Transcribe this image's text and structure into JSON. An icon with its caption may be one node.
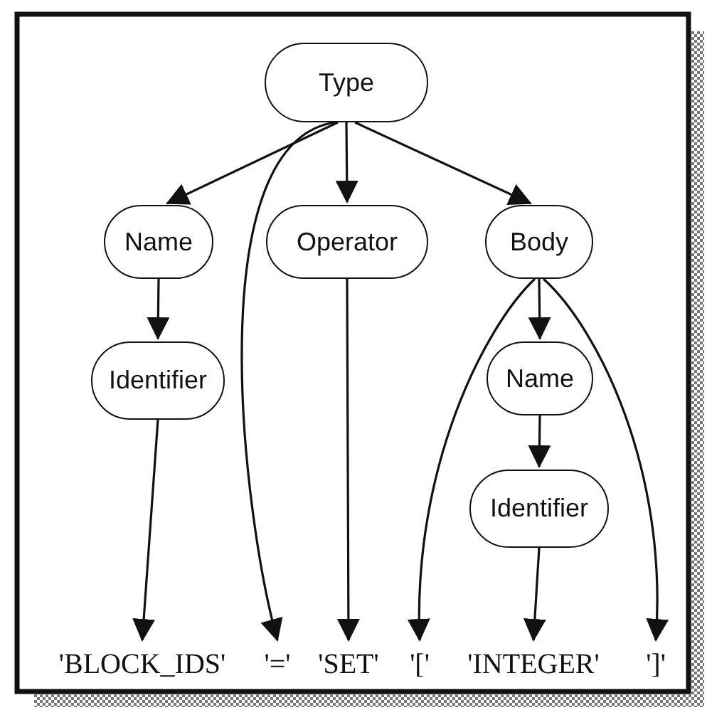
{
  "diagram": {
    "nodes": [
      {
        "text": [
          "Type"
        ]
      },
      {
        "text": [
          "Name"
        ]
      },
      {
        "text": [
          "Operator"
        ]
      },
      {
        "text": [
          "Body"
        ]
      },
      {
        "text": [
          "Identifier"
        ]
      },
      {
        "text": [
          "Name"
        ]
      },
      {
        "text": [
          "Identifier"
        ]
      },
      {
        "text": [
          "'BLOCK_IDS'"
        ]
      },
      {
        "text": [
          "'='"
        ]
      },
      {
        "text": [
          "'SET'"
        ]
      },
      {
        "text": [
          "'['"
        ]
      },
      {
        "text": [
          "'INTEGER'"
        ]
      },
      {
        "text": [
          "']'"
        ]
      }
    ],
    "edges": [
      {
        "from": 0,
        "to": 1,
        "arrow": "to"
      },
      {
        "from": 0,
        "to": 8,
        "arrow": "to"
      },
      {
        "from": 0,
        "to": 2,
        "arrow": "to"
      },
      {
        "from": 0,
        "to": 3,
        "arrow": "to"
      },
      {
        "from": 1,
        "to": 4,
        "arrow": "to"
      },
      {
        "from": 4,
        "to": 7,
        "arrow": "to"
      },
      {
        "from": 2,
        "to": 9,
        "arrow": "to"
      },
      {
        "from": 3,
        "to": 10,
        "arrow": "to"
      },
      {
        "from": 3,
        "to": 5,
        "arrow": "to"
      },
      {
        "from": 3,
        "to": 12,
        "arrow": "to"
      },
      {
        "from": 5,
        "to": 6,
        "arrow": "to"
      },
      {
        "from": 6,
        "to": 11,
        "arrow": "to"
      }
    ]
  }
}
